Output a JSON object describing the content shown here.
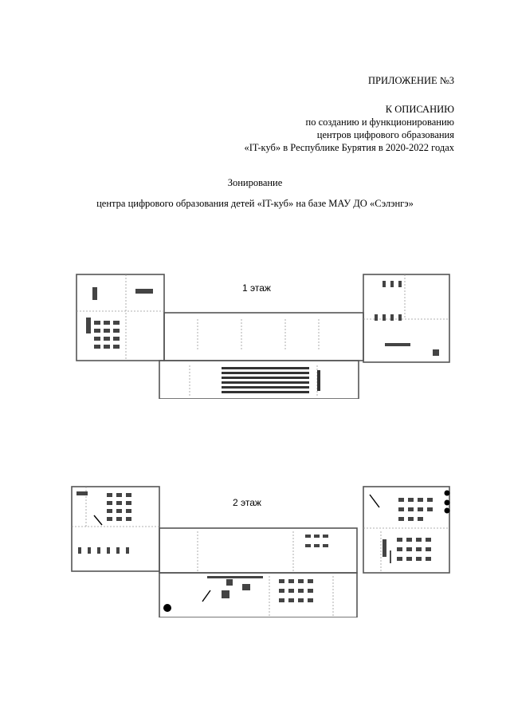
{
  "header": {
    "appendix": "ПРИЛОЖЕНИЕ №3",
    "line1": "К ОПИСАНИЮ",
    "line2": "по созданию и функционированию",
    "line3": "центров цифрового образования",
    "line4": "«IT-куб» в Республике Бурятия в 2020-2022 годах"
  },
  "title": "Зонирование",
  "subtitle": "центра цифрового образования детей «IT-куб» на базе МАУ ДО «Сэлэнгэ»",
  "floors": [
    {
      "label": "1 этаж"
    },
    {
      "label": "2 этаж"
    }
  ]
}
